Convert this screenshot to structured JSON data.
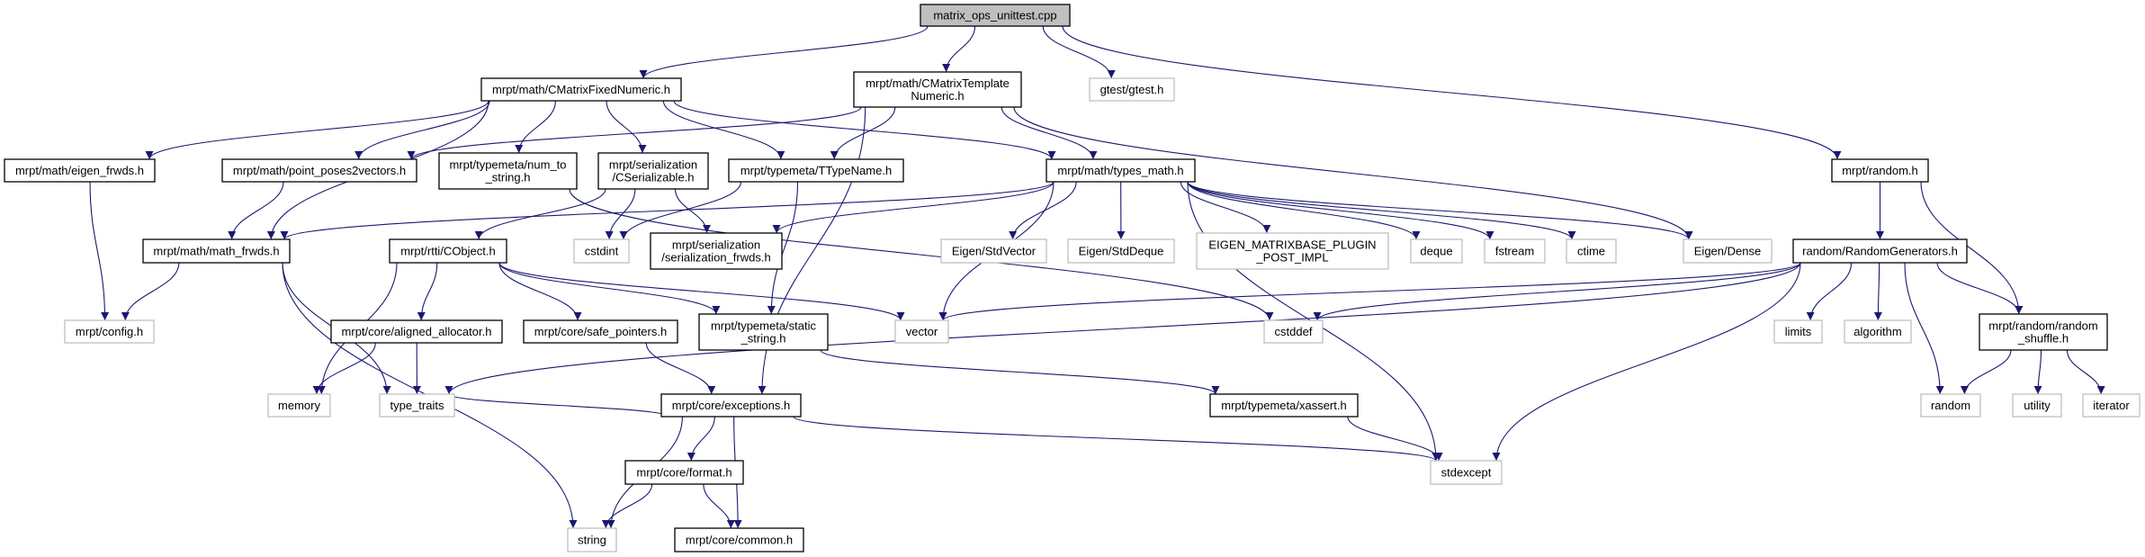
{
  "title": "matrix_ops_unittest.cpp",
  "colors": {
    "edge": "#191970",
    "root_fill": "#bfbfbf",
    "external_border": "#bfbfbf",
    "documented_border": "#000000"
  },
  "nodes": [
    {
      "id": "root",
      "lines": [
        "matrix_ops_unittest.cpp"
      ],
      "kind": "root"
    },
    {
      "id": "cmfn",
      "lines": [
        "mrpt/math/CMatrixFixedNumeric.h"
      ],
      "kind": "doc"
    },
    {
      "id": "cmtn",
      "lines": [
        "mrpt/math/CMatrixTemplate",
        "Numeric.h"
      ],
      "kind": "doc"
    },
    {
      "id": "gtest",
      "lines": [
        "gtest/gtest.h"
      ],
      "kind": "ext"
    },
    {
      "id": "eigen_frwds",
      "lines": [
        "mrpt/math/eigen_frwds.h"
      ],
      "kind": "doc"
    },
    {
      "id": "pp2v",
      "lines": [
        "mrpt/math/point_poses2vectors.h"
      ],
      "kind": "doc"
    },
    {
      "id": "num2str",
      "lines": [
        "mrpt/typemeta/num_to",
        "_string.h"
      ],
      "kind": "doc"
    },
    {
      "id": "cser",
      "lines": [
        "mrpt/serialization",
        "/CSerializable.h"
      ],
      "kind": "doc"
    },
    {
      "id": "ttype",
      "lines": [
        "mrpt/typemeta/TTypeName.h"
      ],
      "kind": "doc"
    },
    {
      "id": "types_math",
      "lines": [
        "mrpt/math/types_math.h"
      ],
      "kind": "doc"
    },
    {
      "id": "random_h",
      "lines": [
        "mrpt/random.h"
      ],
      "kind": "doc"
    },
    {
      "id": "math_frwds",
      "lines": [
        "mrpt/math/math_frwds.h"
      ],
      "kind": "doc"
    },
    {
      "id": "cobject",
      "lines": [
        "mrpt/rtti/CObject.h"
      ],
      "kind": "doc"
    },
    {
      "id": "cstdint",
      "lines": [
        "cstdint"
      ],
      "kind": "ext"
    },
    {
      "id": "serfrwds",
      "lines": [
        "mrpt/serialization",
        "/serialization_frwds.h"
      ],
      "kind": "doc"
    },
    {
      "id": "stdvector",
      "lines": [
        "Eigen/StdVector"
      ],
      "kind": "ext"
    },
    {
      "id": "stddeque",
      "lines": [
        "Eigen/StdDeque"
      ],
      "kind": "ext"
    },
    {
      "id": "eigenplugin",
      "lines": [
        "EIGEN_MATRIXBASE_PLUGIN",
        "_POST_IMPL"
      ],
      "kind": "ext"
    },
    {
      "id": "deque",
      "lines": [
        "deque"
      ],
      "kind": "ext"
    },
    {
      "id": "fstream",
      "lines": [
        "fstream"
      ],
      "kind": "ext"
    },
    {
      "id": "ctime",
      "lines": [
        "ctime"
      ],
      "kind": "ext"
    },
    {
      "id": "dense",
      "lines": [
        "Eigen/Dense"
      ],
      "kind": "ext"
    },
    {
      "id": "randgen",
      "lines": [
        "random/RandomGenerators.h"
      ],
      "kind": "doc"
    },
    {
      "id": "config",
      "lines": [
        "mrpt/config.h"
      ],
      "kind": "ext"
    },
    {
      "id": "aligned",
      "lines": [
        "mrpt/core/aligned_allocator.h"
      ],
      "kind": "doc"
    },
    {
      "id": "safeptr",
      "lines": [
        "mrpt/core/safe_pointers.h"
      ],
      "kind": "doc"
    },
    {
      "id": "staticstr",
      "lines": [
        "mrpt/typemeta/static",
        "_string.h"
      ],
      "kind": "doc"
    },
    {
      "id": "vector",
      "lines": [
        "vector"
      ],
      "kind": "ext"
    },
    {
      "id": "cstddef",
      "lines": [
        "cstddef"
      ],
      "kind": "ext"
    },
    {
      "id": "limits",
      "lines": [
        "limits"
      ],
      "kind": "ext"
    },
    {
      "id": "algorithm",
      "lines": [
        "algorithm"
      ],
      "kind": "ext"
    },
    {
      "id": "shuffle",
      "lines": [
        "mrpt/random/random",
        "_shuffle.h"
      ],
      "kind": "doc"
    },
    {
      "id": "memory",
      "lines": [
        "memory"
      ],
      "kind": "ext"
    },
    {
      "id": "typetraits",
      "lines": [
        "type_traits"
      ],
      "kind": "ext"
    },
    {
      "id": "exceptions",
      "lines": [
        "mrpt/core/exceptions.h"
      ],
      "kind": "doc"
    },
    {
      "id": "xassert",
      "lines": [
        "mrpt/typemeta/xassert.h"
      ],
      "kind": "doc"
    },
    {
      "id": "random",
      "lines": [
        "random"
      ],
      "kind": "ext"
    },
    {
      "id": "utility",
      "lines": [
        "utility"
      ],
      "kind": "ext"
    },
    {
      "id": "iterator",
      "lines": [
        "iterator"
      ],
      "kind": "ext"
    },
    {
      "id": "format",
      "lines": [
        "mrpt/core/format.h"
      ],
      "kind": "doc"
    },
    {
      "id": "stdexcept",
      "lines": [
        "stdexcept"
      ],
      "kind": "ext"
    },
    {
      "id": "string",
      "lines": [
        "string"
      ],
      "kind": "ext"
    },
    {
      "id": "common",
      "lines": [
        "mrpt/core/common.h"
      ],
      "kind": "doc"
    }
  ],
  "edges": [
    [
      "root",
      "cmfn"
    ],
    [
      "root",
      "cmtn"
    ],
    [
      "root",
      "gtest"
    ],
    [
      "root",
      "random_h"
    ],
    [
      "cmfn",
      "eigen_frwds"
    ],
    [
      "cmfn",
      "math_frwds"
    ],
    [
      "cmfn",
      "pp2v"
    ],
    [
      "cmfn",
      "num2str"
    ],
    [
      "cmfn",
      "cser"
    ],
    [
      "cmfn",
      "ttype"
    ],
    [
      "cmfn",
      "types_math"
    ],
    [
      "cmtn",
      "pp2v"
    ],
    [
      "cmtn",
      "ttype"
    ],
    [
      "cmtn",
      "types_math"
    ],
    [
      "cmtn",
      "exceptions"
    ],
    [
      "cmtn",
      "dense"
    ],
    [
      "types_math",
      "math_frwds"
    ],
    [
      "types_math",
      "serfrwds"
    ],
    [
      "types_math",
      "vector"
    ],
    [
      "types_math",
      "stdvector"
    ],
    [
      "types_math",
      "stddeque"
    ],
    [
      "types_math",
      "eigenplugin"
    ],
    [
      "types_math",
      "deque"
    ],
    [
      "types_math",
      "fstream"
    ],
    [
      "types_math",
      "ctime"
    ],
    [
      "types_math",
      "dense"
    ],
    [
      "types_math",
      "stdexcept"
    ],
    [
      "ttype",
      "cstdint"
    ],
    [
      "ttype",
      "staticstr"
    ],
    [
      "eigen_frwds",
      "config"
    ],
    [
      "pp2v",
      "math_frwds"
    ],
    [
      "num2str",
      "cstddef"
    ],
    [
      "cser",
      "cobject"
    ],
    [
      "cser",
      "cstdint"
    ],
    [
      "cser",
      "serfrwds"
    ],
    [
      "math_frwds",
      "config"
    ],
    [
      "math_frwds",
      "typetraits"
    ],
    [
      "math_frwds",
      "string"
    ],
    [
      "cobject",
      "memory"
    ],
    [
      "cobject",
      "aligned"
    ],
    [
      "cobject",
      "safeptr"
    ],
    [
      "cobject",
      "staticstr"
    ],
    [
      "cobject",
      "vector"
    ],
    [
      "aligned",
      "memory"
    ],
    [
      "aligned",
      "typetraits"
    ],
    [
      "safeptr",
      "exceptions"
    ],
    [
      "staticstr",
      "xassert"
    ],
    [
      "exceptions",
      "typetraits"
    ],
    [
      "exceptions",
      "string"
    ],
    [
      "exceptions",
      "format"
    ],
    [
      "exceptions",
      "common"
    ],
    [
      "exceptions",
      "stdexcept"
    ],
    [
      "format",
      "string"
    ],
    [
      "format",
      "common"
    ],
    [
      "xassert",
      "stdexcept"
    ],
    [
      "random_h",
      "randgen"
    ],
    [
      "random_h",
      "shuffle"
    ],
    [
      "randgen",
      "vector"
    ],
    [
      "randgen",
      "cstddef"
    ],
    [
      "randgen",
      "typetraits"
    ],
    [
      "randgen",
      "stdexcept"
    ],
    [
      "randgen",
      "limits"
    ],
    [
      "randgen",
      "algorithm"
    ],
    [
      "randgen",
      "random"
    ],
    [
      "randgen",
      "shuffle"
    ],
    [
      "shuffle",
      "random"
    ],
    [
      "shuffle",
      "utility"
    ],
    [
      "shuffle",
      "iterator"
    ]
  ]
}
